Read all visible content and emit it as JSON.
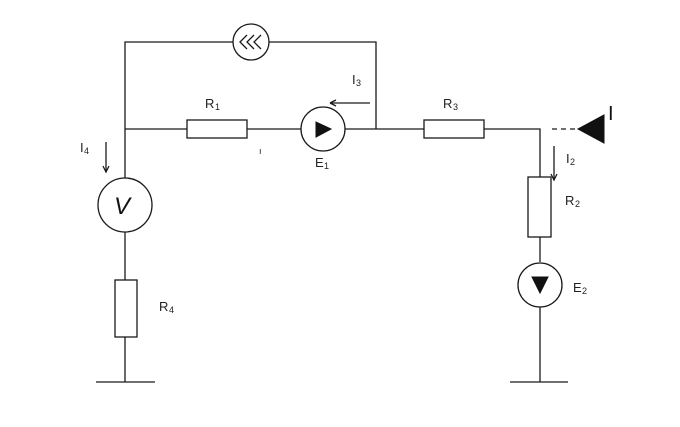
{
  "colors": {
    "line": "#1a1a1a",
    "background": "#ffffff"
  },
  "labels": {
    "r1": {
      "main": "R",
      "sub": "1"
    },
    "r2": {
      "main": "R",
      "sub": "2"
    },
    "r3": {
      "main": "R",
      "sub": "3"
    },
    "r4": {
      "main": "R",
      "sub": "4"
    },
    "e1": {
      "main": "E",
      "sub": "1"
    },
    "e2": {
      "main": "E",
      "sub": "2"
    },
    "i2": {
      "main": "I",
      "sub": "2"
    },
    "i3": {
      "main": "I",
      "sub": "3"
    },
    "i4": {
      "main": "I",
      "sub": "4"
    },
    "i_source": "I",
    "voltmeter": "V",
    "tick": "ı"
  },
  "components": {
    "ammeter_icon": "double-chevron-left-icon",
    "voltmeter_icon": "circle-v-icon",
    "e1_icon": "emf-triangle-right-icon",
    "e2_icon": "emf-triangle-down-icon",
    "source_icon": "triangle-left-icon"
  }
}
